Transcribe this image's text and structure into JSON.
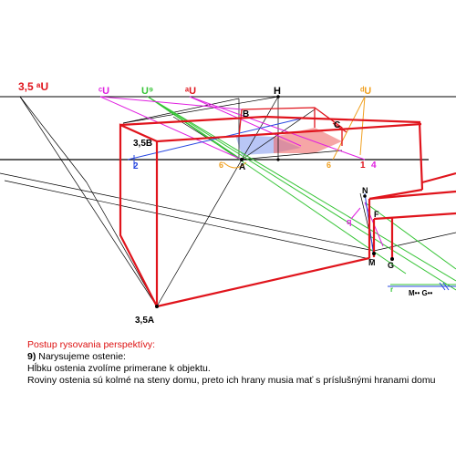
{
  "labels": {
    "aU35": "3,5 ᵃU",
    "cU": "ᶜU",
    "U9": "U⁹",
    "aU": "ᵃU",
    "H": "H",
    "dU": "ᵈU",
    "B": "B",
    "C": "C",
    "B35": "3,5B",
    "A": "A",
    "A35": "3,5A",
    "n2": "2",
    "n6a": "6",
    "n6b": "6",
    "n1": "1",
    "n4": "4",
    "N": "N",
    "q": "q",
    "F": "F",
    "M": "M",
    "G": "G",
    "r": "r",
    "MG": "M•• G••"
  },
  "colors": {
    "house": "#e0141c",
    "horizon": "#000000",
    "green": "#36c436",
    "magenta": "#e020e0",
    "blue": "#2848e0",
    "orange": "#f0a020",
    "shadowBlue": "#8aa0f0",
    "shadowRed": "#f06a6a"
  },
  "caption": {
    "heading": "Postup rysovania perspektívy:",
    "step_number": "9)",
    "step_text": " Narysujeme ostenie:",
    "line2": "Hĺbku ostenia zvolíme primerane k objektu.",
    "line3": "Roviny ostenia sú kolmé na steny domu, preto ich hrany musia mať s príslušnými hranami domu"
  }
}
